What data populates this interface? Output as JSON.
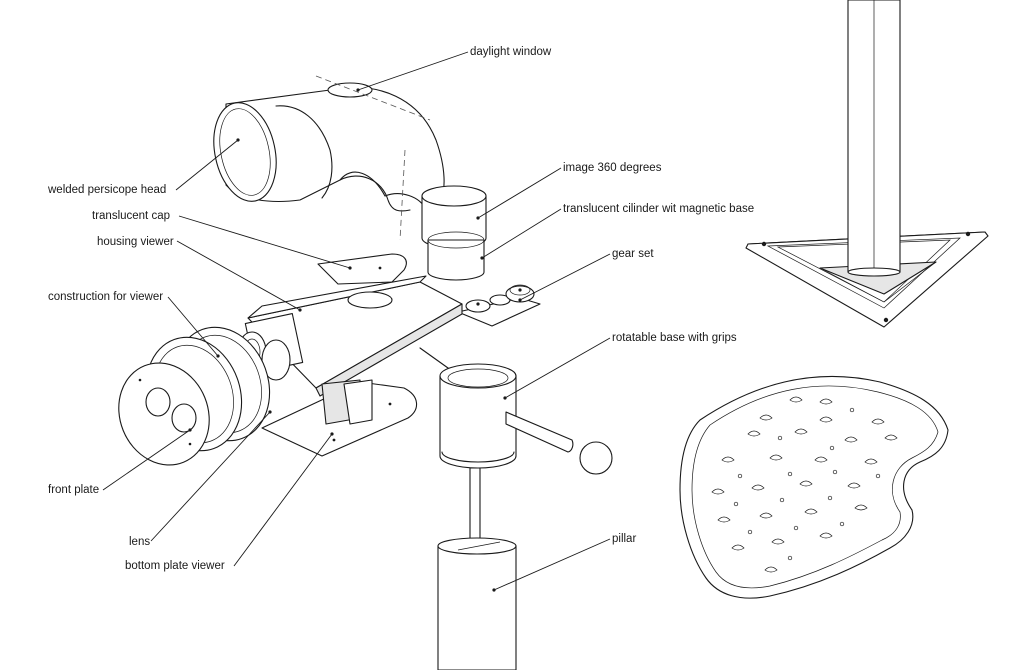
{
  "labels": {
    "daylight_window": "daylight window",
    "welded_periscope_head": "welded persicope head",
    "image_360": "image 360 degrees",
    "translucent_cylinder": "translucent cilinder wit magnetic base",
    "translucent_cap": "translucent cap",
    "housing_viewer": "housing viewer",
    "gear_set": "gear set",
    "construction_for_viewer": "construction for viewer",
    "rotatable_base": "rotatable base with grips",
    "front_plate": "front plate",
    "lens": "lens",
    "bottom_plate_viewer": "bottom plate viewer",
    "pillar": "pillar"
  }
}
